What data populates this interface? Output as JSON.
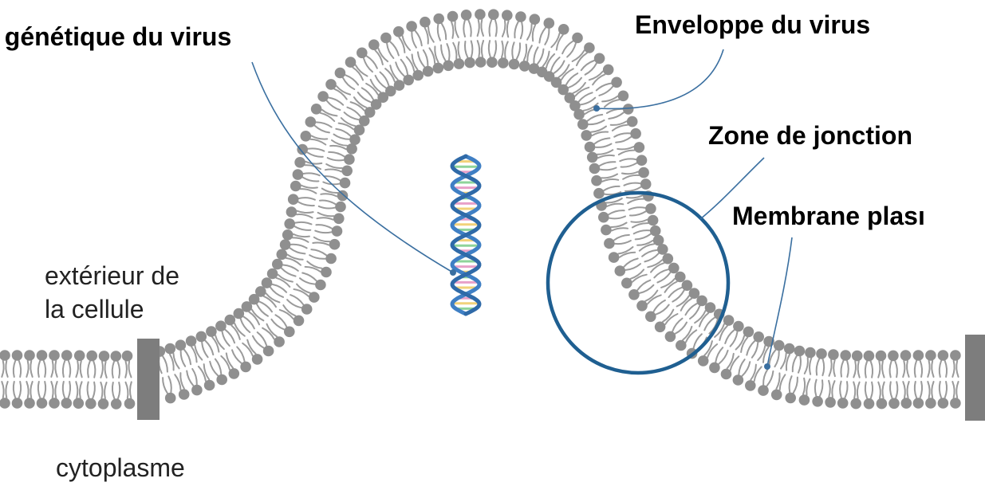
{
  "labels": {
    "genetic_material": "l génétique du virus",
    "envelope": "Enveloppe du virus",
    "junction": "Zone de jonction",
    "membrane": "Membrane plası",
    "outside_line1": "extérieur de",
    "outside_line2": "la cellule",
    "cytoplasm": "cytoplasme"
  },
  "colors": {
    "lipid_head": "#8f8f8f",
    "lipid_tail": "#9a9a9a",
    "leader_line": "#3a6fa0",
    "junction_circle": "#1f5f91",
    "dna_strand": "#3f7fc4",
    "dna_base_a": "#e8a0c8",
    "dna_base_b": "#f2d27a",
    "dna_base_c": "#8fd49a"
  },
  "icons": {
    "dna": "dna-double-helix-icon"
  }
}
